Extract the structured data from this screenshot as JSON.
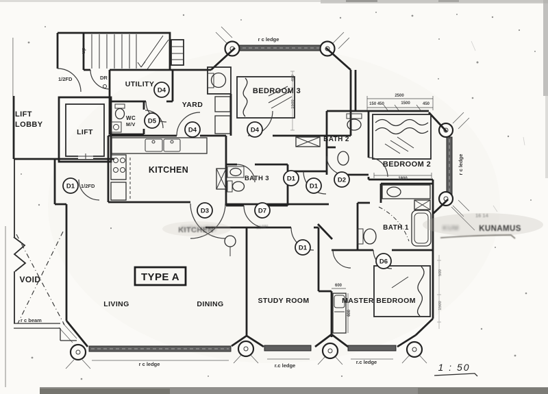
{
  "plan": {
    "type_label": "TYPE A",
    "scale": "1 : 50"
  },
  "rooms": {
    "lift_lobby_line1": "LIFT",
    "lift_lobby_line2": "LOBBY",
    "lift": "LIFT",
    "utility": "UTILITY",
    "wc": "WC",
    "wc_sub": "M/V",
    "yard": "YARD",
    "kitchen": "KITCHEN",
    "bedroom3": "BEDROOM 3",
    "bath2": "BATH 2",
    "bedroom2": "BEDROOM 2",
    "bath3": "BATH 3",
    "bath1": "BATH 1",
    "void": "VOID",
    "living": "LIVING",
    "dining": "DINING",
    "study": "STUDY ROOM",
    "master": "MASTER BEDROOM"
  },
  "door_tags": {
    "lobby_entry": "D1",
    "utility": "D4",
    "wc": "D5",
    "yard": "D4",
    "bedroom3": "D4",
    "kitchen": "D3",
    "bath3": "D7",
    "hall_a": "D1",
    "hall_b": "D1",
    "bath2": "D2",
    "study": "D1",
    "master_bath": "D6"
  },
  "annotations": {
    "up": "up",
    "door_ref": "DR",
    "fire_door_top": "1/2FD",
    "fire_door_entry": "1/2FD",
    "rc_ledge_top": "r c ledge",
    "rc_ledge_right": "r c ledge",
    "rc_ledge_bottom_left": "r c ledge",
    "rc_ledge_bottom_mid": "r.c ledge",
    "rc_ledge_bottom_right": "r.c ledge",
    "rc_beam": "r c beam",
    "ghost_room_stamp": "KITCHEN",
    "ghost_note": "110N",
    "stamp_faint": "KUM",
    "stamp_main": "KUNAMUS",
    "stamp_small": "16 14"
  },
  "dimensions": {
    "bed2_total": "2500",
    "bed2_seg1": "150 450",
    "bed2_seg2": "1500",
    "bed2_seg3": "450",
    "bed2_width": "1800",
    "closet_w": "600",
    "closet_h": "600",
    "bed3_a": "450",
    "bed3_b": "1500",
    "master_a": "500",
    "master_b": "1500"
  }
}
